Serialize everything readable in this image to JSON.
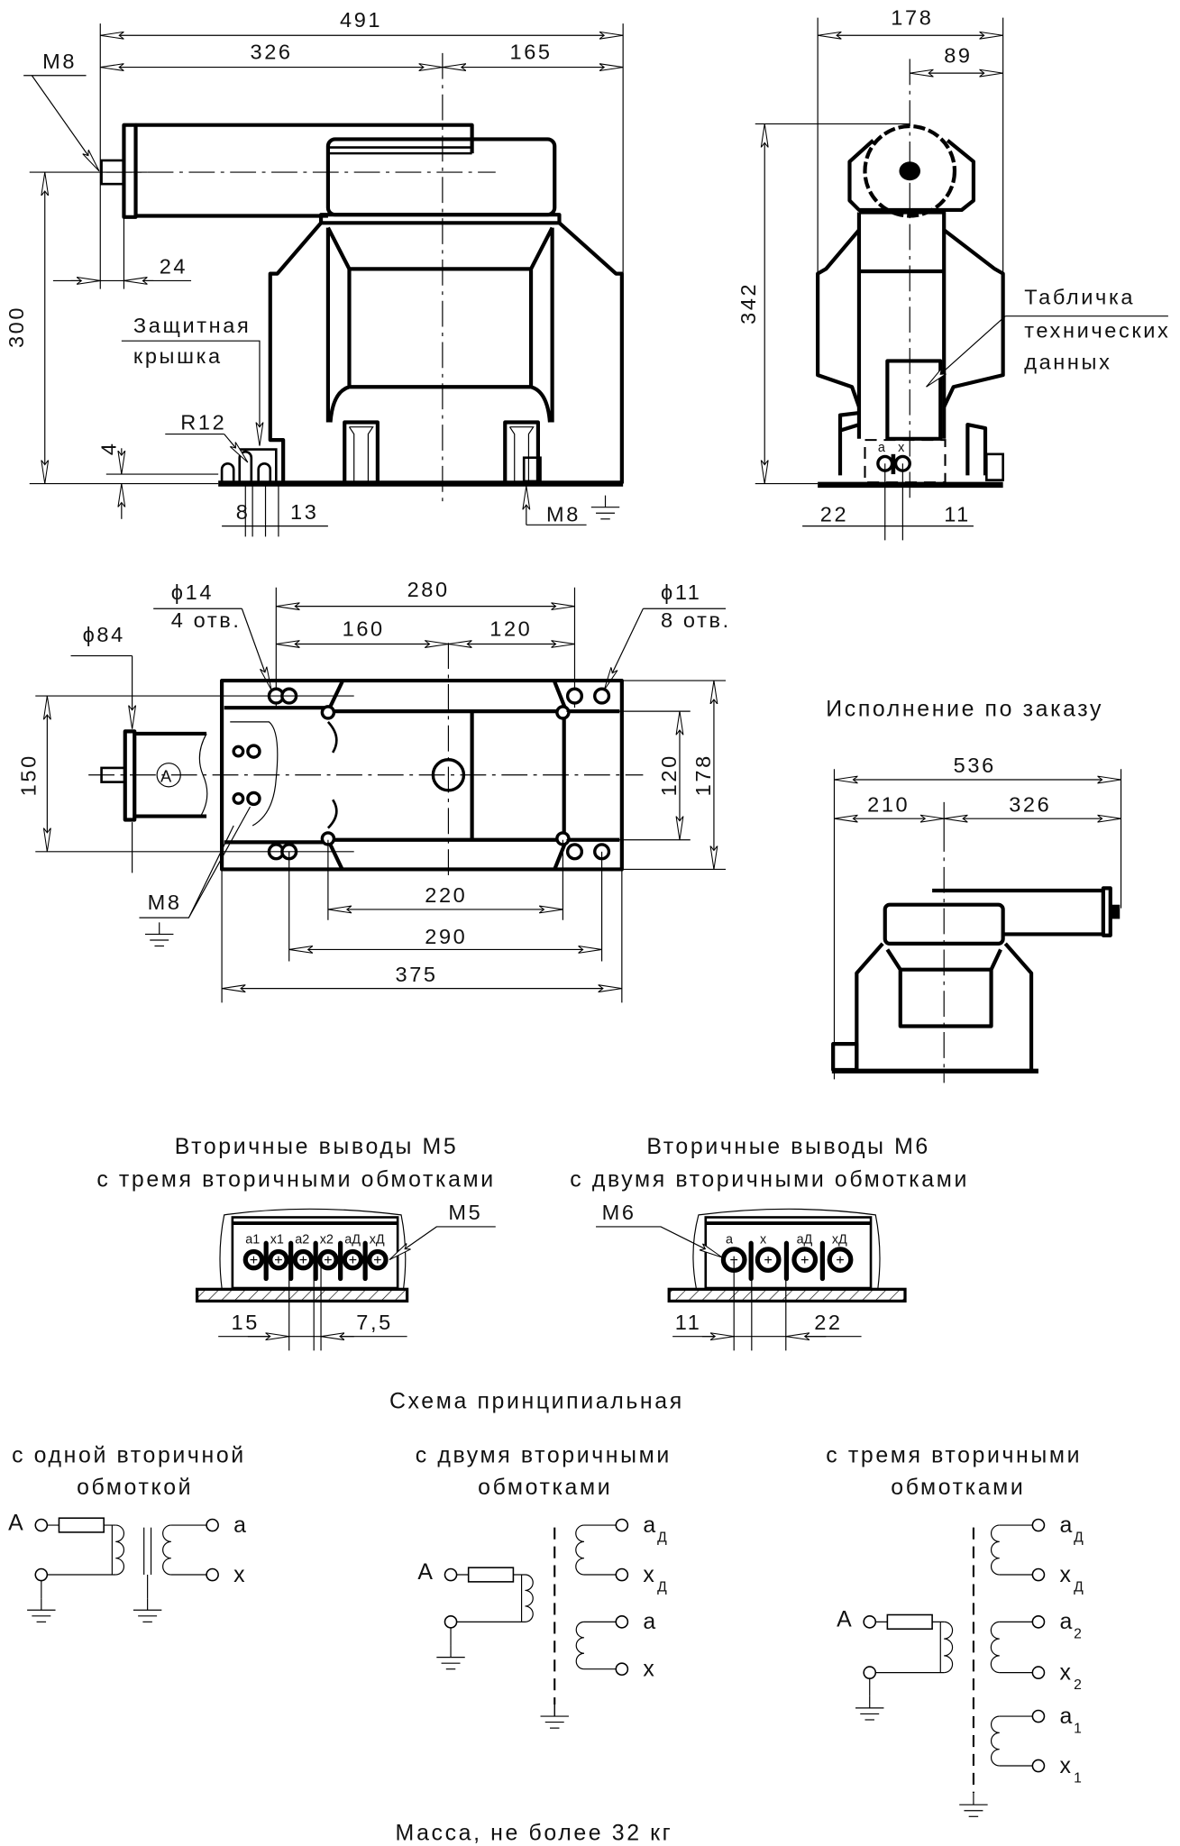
{
  "side_view": {
    "dim_total": "491",
    "dim_left": "326",
    "dim_right": "165",
    "thread_top": "M8",
    "dim_24": "24",
    "dim_height": "300",
    "cover_label_1": "Защитная",
    "cover_label_2": "крышка",
    "radius": "R12",
    "dim_4": "4",
    "dim_8": "8",
    "dim_13": "13",
    "thread_bottom": "M8"
  },
  "front_view": {
    "dim_width": "178",
    "dim_half": "89",
    "dim_height": "342",
    "plate_label_1": "Табличка",
    "plate_label_2": "технических",
    "plate_label_3": "данных",
    "dim_22": "22",
    "dim_11": "11",
    "term_a": "a",
    "term_x": "x"
  },
  "plan_view": {
    "hole14": "ϕ14",
    "hole14_count": "4 отв.",
    "hole11": "ϕ11",
    "hole11_count": "8 отв.",
    "dim_280": "280",
    "dim_160": "160",
    "dim_120_top": "120",
    "dim_84": "ϕ84",
    "dim_150": "150",
    "dim_120_side": "120",
    "dim_178": "178",
    "dim_220": "220",
    "dim_290": "290",
    "dim_375": "375",
    "thread": "M8",
    "marker_A": "A"
  },
  "custom_view": {
    "title": "Исполнение по заказу",
    "dim_total": "536",
    "dim_left": "210",
    "dim_right": "326"
  },
  "terminals_m5": {
    "title_1": "Вторичные выводы М5",
    "title_2": "с тремя вторичными обмотками",
    "labels": [
      "a1",
      "x1",
      "a2",
      "x2",
      "aД",
      "xД"
    ],
    "thread": "M5",
    "dim_15": "15",
    "dim_7_5": "7,5"
  },
  "terminals_m6": {
    "title_1": "Вторичные выводы М6",
    "title_2": "с двумя вторичными обмотками",
    "labels": [
      "a",
      "x",
      "aД",
      "xД"
    ],
    "thread": "M6",
    "dim_11": "11",
    "dim_22": "22"
  },
  "schematic": {
    "title": "Схема принципиальная",
    "one": {
      "caption_1": "с одной вторичной",
      "caption_2": "обмоткой",
      "primary": "A",
      "terminals": [
        {
          "letter": "a",
          "sub": ""
        },
        {
          "letter": "x",
          "sub": ""
        }
      ]
    },
    "two": {
      "caption_1": "с двумя вторичными",
      "caption_2": "обмотками",
      "primary": "A",
      "terminals": [
        {
          "letter": "a",
          "sub": "Д"
        },
        {
          "letter": "x",
          "sub": "Д"
        },
        {
          "letter": "a",
          "sub": ""
        },
        {
          "letter": "x",
          "sub": ""
        }
      ]
    },
    "three": {
      "caption_1": "с тремя вторичными",
      "caption_2": "обмотками",
      "primary": "A",
      "terminals": [
        {
          "letter": "a",
          "sub": "Д"
        },
        {
          "letter": "x",
          "sub": "Д"
        },
        {
          "letter": "a",
          "sub": "2"
        },
        {
          "letter": "x",
          "sub": "2"
        },
        {
          "letter": "a",
          "sub": "1"
        },
        {
          "letter": "x",
          "sub": "1"
        }
      ]
    }
  },
  "mass_note": "Масса, не более 32 кг"
}
